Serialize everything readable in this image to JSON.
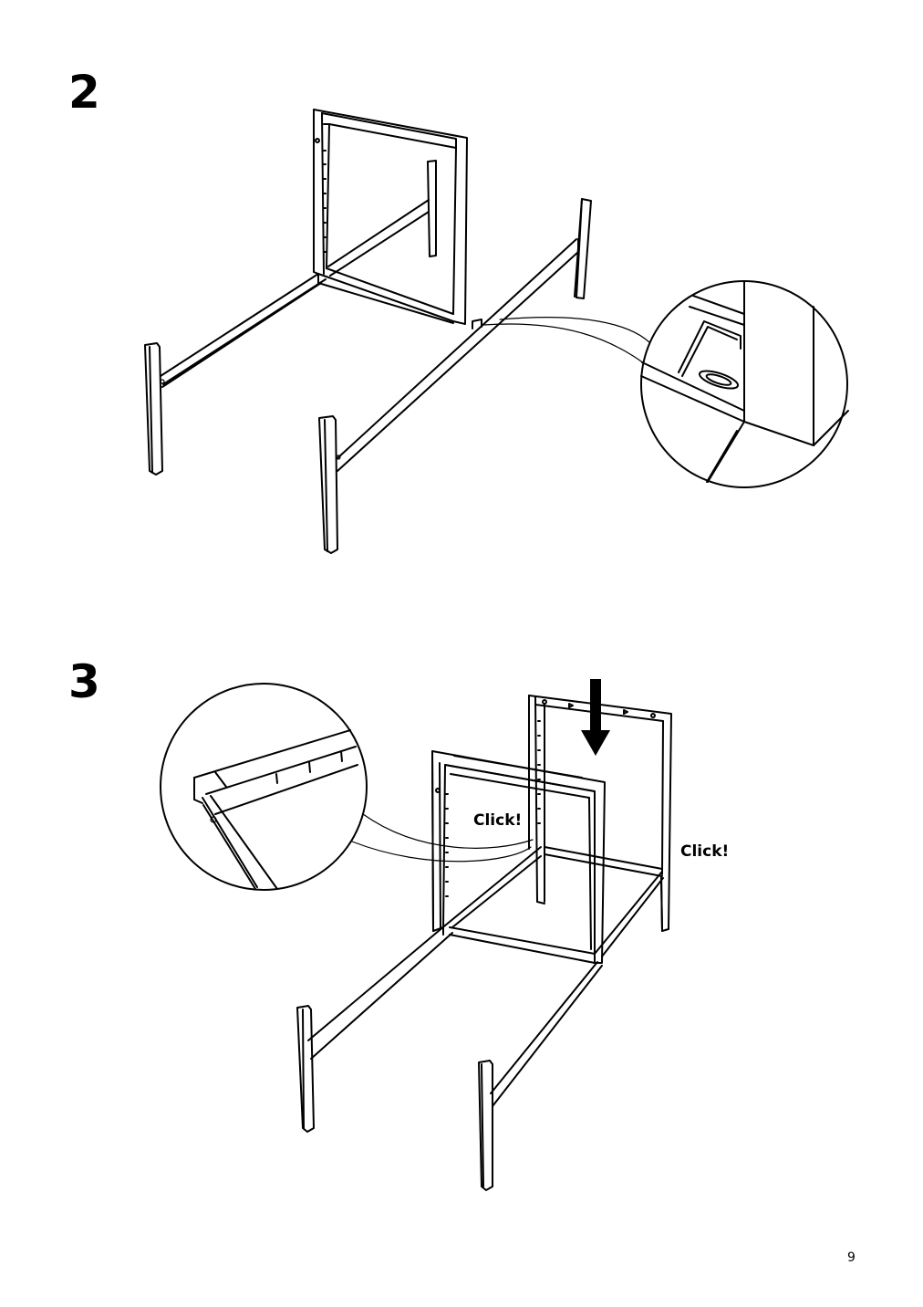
{
  "steps": [
    {
      "number": "2"
    },
    {
      "number": "3"
    }
  ],
  "step3": {
    "click_left": "Click!",
    "click_right": "Click!"
  },
  "page": {
    "number": "9"
  },
  "colors": {
    "ink": "#000000",
    "paper": "#ffffff"
  }
}
